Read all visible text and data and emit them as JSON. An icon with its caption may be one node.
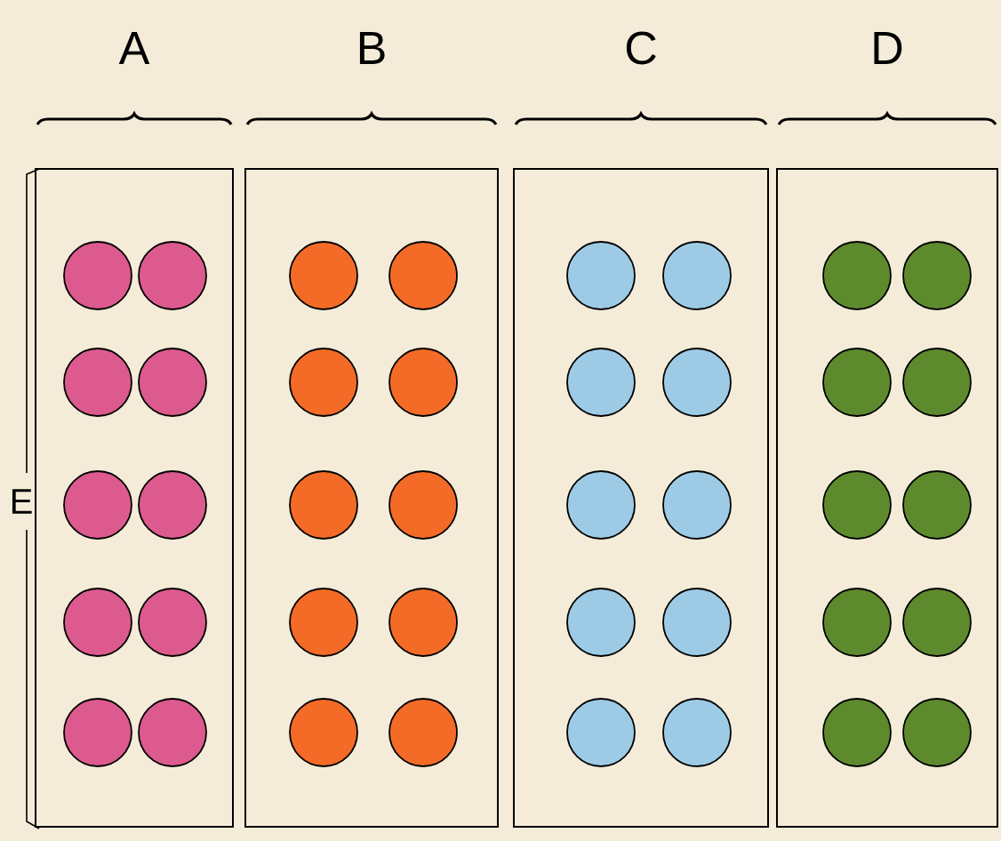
{
  "diagram": {
    "nodes": [
      {
        "text": [
          "A"
        ]
      },
      {
        "text": [
          "B"
        ]
      },
      {
        "text": [
          "C"
        ]
      },
      {
        "text": [
          "D"
        ]
      },
      {
        "text": [],
        "shape": "circle",
        "in": 0
      },
      {
        "text": [],
        "shape": "circle",
        "in": 0
      },
      {
        "text": [],
        "shape": "circle",
        "in": 0
      },
      {
        "text": [],
        "shape": "circle",
        "in": 0
      },
      {
        "text": [],
        "shape": "circle",
        "in": 0
      },
      {
        "text": [],
        "shape": "circle",
        "in": 0
      },
      {
        "text": [],
        "shape": "circle",
        "in": 0
      },
      {
        "text": [],
        "shape": "circle",
        "in": 0
      },
      {
        "text": [],
        "shape": "circle",
        "in": 0
      },
      {
        "text": [],
        "shape": "circle",
        "in": 0
      },
      {
        "text": [],
        "shape": "circle",
        "in": 1
      },
      {
        "text": [],
        "shape": "circle",
        "in": 1
      },
      {
        "text": [],
        "shape": "circle",
        "in": 1
      },
      {
        "text": [],
        "shape": "circle",
        "in": 1
      },
      {
        "text": [],
        "shape": "circle",
        "in": 1
      },
      {
        "text": [],
        "shape": "circle",
        "in": 1
      },
      {
        "text": [],
        "shape": "circle",
        "in": 1
      },
      {
        "text": [],
        "shape": "circle",
        "in": 1
      },
      {
        "text": [],
        "shape": "circle",
        "in": 1
      },
      {
        "text": [],
        "shape": "circle",
        "in": 1
      },
      {
        "text": [],
        "shape": "circle",
        "in": 2
      },
      {
        "text": [],
        "shape": "circle",
        "in": 2
      },
      {
        "text": [],
        "shape": "circle",
        "in": 2
      },
      {
        "text": [],
        "shape": "circle",
        "in": 2
      },
      {
        "text": [],
        "shape": "circle",
        "in": 2
      },
      {
        "text": [],
        "shape": "circle",
        "in": 2
      },
      {
        "text": [],
        "shape": "circle",
        "in": 2
      },
      {
        "text": [],
        "shape": "circle",
        "in": 2
      },
      {
        "text": [],
        "shape": "circle",
        "in": 2
      },
      {
        "text": [],
        "shape": "circle",
        "in": 2
      },
      {
        "text": [],
        "shape": "circle",
        "in": 3
      },
      {
        "text": [],
        "shape": "circle",
        "in": 3
      },
      {
        "text": [],
        "shape": "circle",
        "in": 3
      },
      {
        "text": [],
        "shape": "circle",
        "in": 3
      },
      {
        "text": [],
        "shape": "circle",
        "in": 3
      },
      {
        "text": [],
        "shape": "circle",
        "in": 3
      },
      {
        "text": [],
        "shape": "circle",
        "in": 3
      },
      {
        "text": [],
        "shape": "circle",
        "in": 3
      },
      {
        "text": [],
        "shape": "circle",
        "in": 3
      },
      {
        "text": [],
        "shape": "circle",
        "in": 3
      }
    ],
    "labels": [
      "E"
    ]
  }
}
